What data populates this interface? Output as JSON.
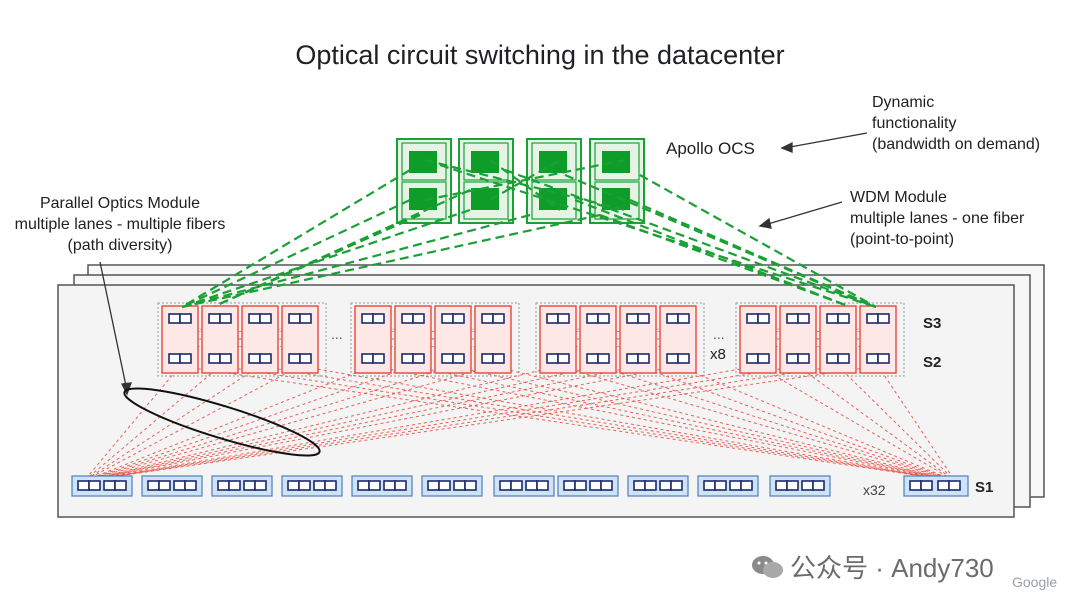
{
  "title": "Optical circuit switching in the datacenter",
  "labels": {
    "ocs": "Apollo OCS",
    "dynamic": [
      "Dynamic",
      "functionality",
      "(bandwidth on demand)"
    ],
    "wdm": [
      "WDM Module",
      "multiple lanes - one fiber",
      "(point-to-point)"
    ],
    "parallel": [
      "Parallel Optics Module",
      "multiple lanes - multiple fibers",
      "(path diversity)"
    ],
    "s3": "S3",
    "s2": "S2",
    "s1": "S1",
    "x8": "x8",
    "x32": "x32",
    "ellipsis": "..."
  },
  "watermark": "公众号 · Andy730",
  "brand": "Google",
  "colors": {
    "green": "#1aa035",
    "green_fill": "#0f9d2a",
    "green_light": "#e6f4e6",
    "red": "#e8473a",
    "pink": "#fde8e6",
    "navy": "#1b2a6b",
    "blue_fill": "#cfe3f7"
  },
  "icons": {
    "watermark_icon": "chat-bubble-icon"
  }
}
